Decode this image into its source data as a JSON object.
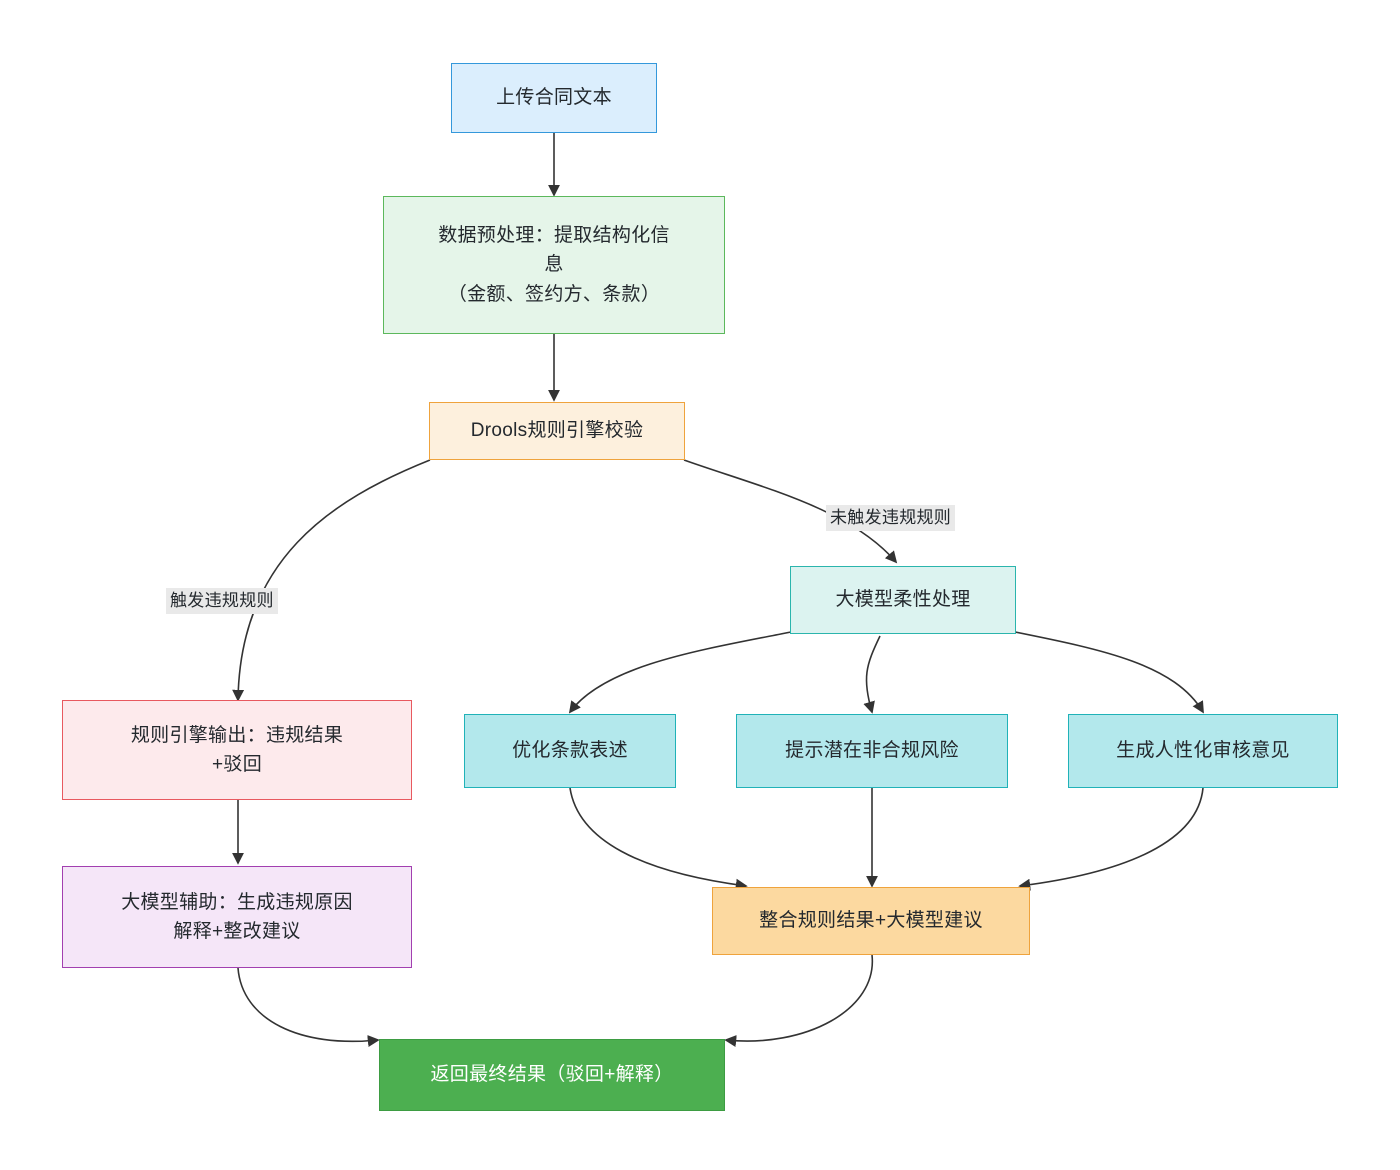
{
  "diagram": {
    "type": "flowchart",
    "direction": "top-down",
    "background": "#ffffff",
    "edge_color": "#333333"
  },
  "nodes": {
    "upload": {
      "label": "上传合同文本",
      "fill": "#dbeefd",
      "stroke": "#3498db"
    },
    "preprocess": {
      "label": "数据预处理：提取结构化信\n息\n（金额、签约方、条款）",
      "fill": "#e5f5e9",
      "stroke": "#5cb85c"
    },
    "drools": {
      "label": "Drools规则引擎校验",
      "fill": "#fdf0dd",
      "stroke": "#efa33c"
    },
    "llm_soft": {
      "label": "大模型柔性处理",
      "fill": "#dcf3f0",
      "stroke": "#2bb5ad"
    },
    "rule_output": {
      "label": "规则引擎输出：违规结果\n+驳回",
      "fill": "#fdeaec",
      "stroke": "#e8595f"
    },
    "llm_assist": {
      "label": "大模型辅助：生成违规原因\n解释+整改建议",
      "fill": "#f5e6f8",
      "stroke": "#a23fb0"
    },
    "optimize_clause": {
      "label": "优化条款表述",
      "fill": "#b3e8ec",
      "stroke": "#20b2b8"
    },
    "risk_hint": {
      "label": "提示潜在非合规风险",
      "fill": "#b3e8ec",
      "stroke": "#20b2b8"
    },
    "human_opinion": {
      "label": "生成人性化审核意见",
      "fill": "#b3e8ec",
      "stroke": "#20b2b8"
    },
    "merge": {
      "label": "整合规则结果+大模型建议",
      "fill": "#fcd9a0",
      "stroke": "#efa33c"
    },
    "final": {
      "label": "返回最终结果（驳回+解释）",
      "fill": "#4caf50",
      "stroke": "#3d9c42"
    }
  },
  "edge_labels": {
    "violation_triggered": "触发违规规则",
    "violation_not_triggered": "未触发违规规则"
  }
}
